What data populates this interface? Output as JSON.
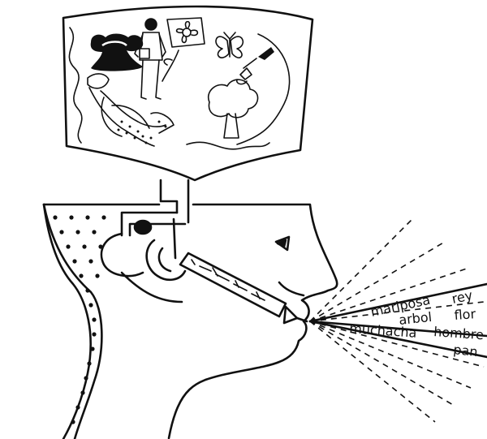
{
  "words": [
    {
      "text": "mariposa"
    },
    {
      "text": "rey"
    },
    {
      "text": "arbol"
    },
    {
      "text": "flor"
    },
    {
      "text": "muchacha"
    },
    {
      "text": "hombre"
    },
    {
      "text": "pan"
    }
  ],
  "ink_color": "#111111"
}
